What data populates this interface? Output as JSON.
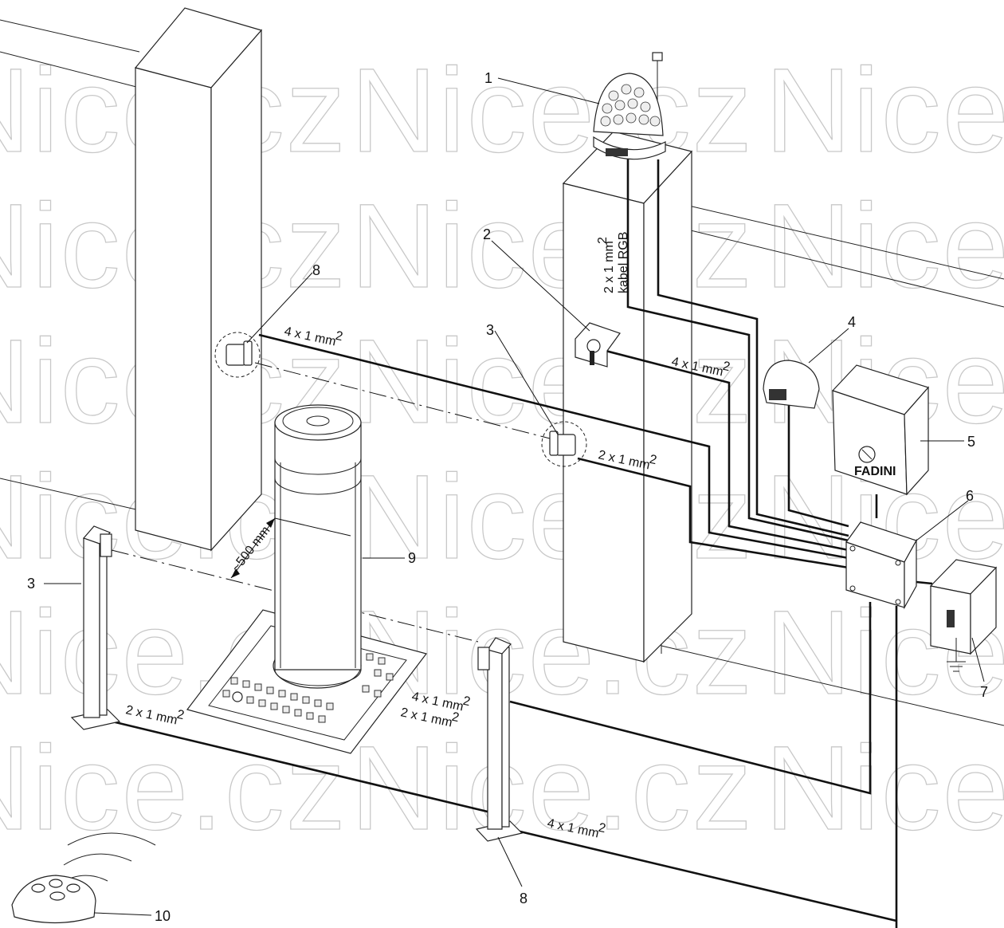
{
  "watermark": {
    "text": "Nice.cz"
  },
  "components": [
    {
      "number": "1"
    },
    {
      "number": "2"
    },
    {
      "number": "3"
    },
    {
      "number": "3"
    },
    {
      "number": "4"
    },
    {
      "number": "5"
    },
    {
      "number": "6"
    },
    {
      "number": "7"
    },
    {
      "number": "8"
    },
    {
      "number": "8"
    },
    {
      "number": "9"
    },
    {
      "number": "10"
    }
  ],
  "cables": {
    "rgb_line1": "2 x 1 mm",
    "rgb_sup": "2",
    "rgb_line2": "kabel RGB",
    "c_4x1_a": "4 x 1 mm",
    "c_4x1_a_sup": "2",
    "c_4x1_b": "4 x 1 mm",
    "c_4x1_b_sup": "2",
    "c_2x1_a": "2 x 1 mm",
    "c_2x1_a_sup": "2",
    "c_4x1_c": "4 x 1 mm",
    "c_4x1_c_sup": "2",
    "c_2x1_b": "2 x 1 mm",
    "c_2x1_b_sup": "2",
    "c_2x1_c": "2 x 1 mm",
    "c_2x1_c_sup": "2",
    "c_4x1_d": "4 x 1 mm",
    "c_4x1_d_sup": "2"
  },
  "dimension": {
    "label": "~500 mm"
  },
  "control_unit_brand": "FADINI"
}
